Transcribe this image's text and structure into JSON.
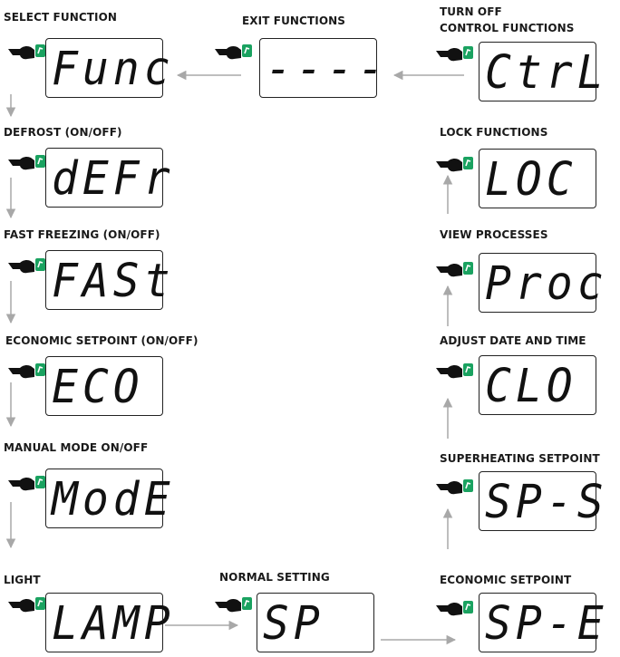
{
  "labels": {
    "select_function": "SELECT FUNCTION",
    "exit_functions": "EXIT FUNCTIONS",
    "turn_off": "TURN OFF",
    "control_functions": "CONTROL FUNCTIONS",
    "defrost": "DEFROST (ON/OFF)",
    "lock_functions": "LOCK FUNCTIONS",
    "fast_freezing": "FAST FREEZING (ON/OFF)",
    "view_processes": "VIEW PROCESSES",
    "economic_setpoint_onoff": "ECONOMIC SETPOINT (ON/OFF)",
    "adjust_date_time": "ADJUST DATE AND TIME",
    "manual_mode": "MANUAL MODE ON/OFF",
    "superheating_setpoint": "SUPERHEATING SETPOINT",
    "light": "LIGHT",
    "normal_setting": "NORMAL SETTING",
    "economic_setpoint": "ECONOMIC SETPOINT"
  },
  "displays": {
    "func": "Func",
    "exit": "----",
    "ctrl": "CtrL",
    "defr": "dEFr",
    "loc": "LOC",
    "fast": "FASt",
    "proc": "Proc",
    "eco": "ECO",
    "clo": "CLO",
    "mode": "ModE",
    "sps": "SP-S",
    "lamp": "LAMP",
    "sp": "SP",
    "spe": "SP-E"
  },
  "icons": {
    "hand": "pointing-hand-icon",
    "key": "green-key-icon",
    "arrow": "flow-arrow-icon"
  },
  "colors": {
    "key_green": "#1aa260",
    "arrow_gray": "#a8a8a8",
    "text": "#1a1a1a"
  }
}
